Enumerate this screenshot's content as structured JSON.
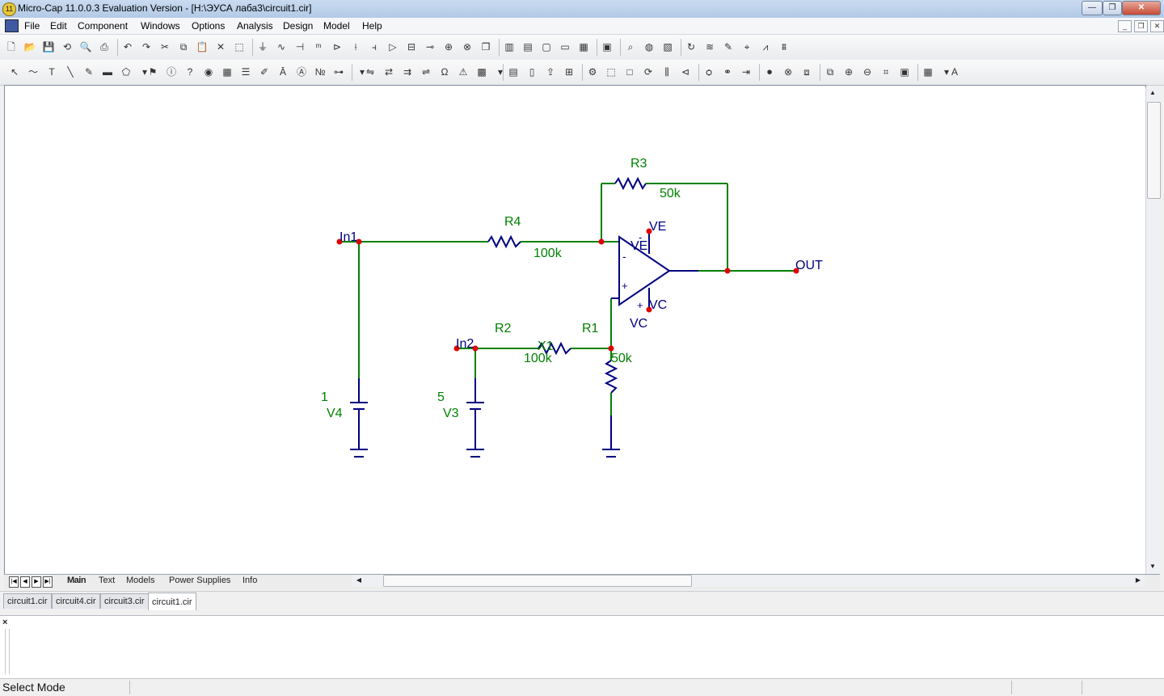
{
  "window": {
    "title": "Micro-Cap 11.0.0.3 Evaluation Version - [H:\\ЭУСА лаба3\\circuit1.cir]",
    "app_icon_text": "11",
    "controls": [
      "—",
      "❐",
      "✕"
    ]
  },
  "menu": {
    "items": [
      "File",
      "Edit",
      "Component",
      "Windows",
      "Options",
      "Analysis",
      "Design",
      "Model",
      "Help"
    ],
    "mdi_controls": [
      "_",
      "❐",
      "✕"
    ]
  },
  "toolbar1": {
    "icons": [
      "new-file-icon",
      "open-folder-icon",
      "save-icon",
      "revert-icon",
      "print-preview-icon",
      "print-icon",
      "undo-icon",
      "redo-icon",
      "cut-icon",
      "copy-icon",
      "paste-icon",
      "delete-icon",
      "select-all-icon",
      "ground-icon",
      "resistor-icon",
      "capacitor-icon",
      "inductor-icon",
      "diode-icon",
      "bjt-icon",
      "mosfet-icon",
      "opamp-icon",
      "battery-icon",
      "isource-icon",
      "vsource-icon",
      "transistor-icon",
      "cascade-icon",
      "tile-vertical-icon",
      "tile-horizontal-icon",
      "window-icon",
      "maximize-icon",
      "calculator-icon",
      "component-panel-icon",
      "find-icon",
      "globe-icon",
      "library-icon",
      "refresh-icon",
      "analysis-icon",
      "probe-icon",
      "cursor-icon",
      "plot-icon",
      "stepping-icon"
    ]
  },
  "toolbar2": {
    "icons": [
      "select-mode-icon",
      "wire-mode-icon",
      "text-mode-icon",
      "line-mode-icon",
      "pen-mode-icon",
      "bus-icon",
      "shape-icon",
      "dropdown-icon",
      "flag-icon",
      "info-icon",
      "help-icon",
      "scope-icon",
      "grid-text-icon",
      "table-icon",
      "edit-icon",
      "attribute-text-icon",
      "node-names-icon",
      "node-numbers-icon",
      "pin-icon",
      "dropdown-icon",
      "show-voltage-icon",
      "show-current-icon",
      "show-power-icon",
      "show-condition-icon",
      "ohm-icon",
      "warning-icon",
      "grid-icon",
      "dropdown-icon",
      "bom-icon",
      "page-icon",
      "export-icon",
      "fit-icon",
      "props-icon",
      "region-icon",
      "rect-icon",
      "rotate-icon",
      "mirror-icon",
      "flip-icon",
      "find-binoculars-icon",
      "find-all-icon",
      "goto-icon",
      "stop-icon",
      "cancel-icon",
      "front-icon",
      "back-icon",
      "zoom-in-icon",
      "zoom-out-icon",
      "zoom-fit-icon",
      "snapshot-icon",
      "layout-icon",
      "dropdown-icon",
      "font-icon"
    ]
  },
  "schematic": {
    "colors": {
      "wire": "#008000",
      "component": "#000080",
      "node": "#e00000",
      "label_green": "#008000",
      "label_blue": "#000080"
    },
    "labels": {
      "r3": "R3",
      "r3_val": "50k",
      "r4": "R4",
      "r4_val": "100k",
      "r2": "R2",
      "r2_val": "100k",
      "r1": "R1",
      "r1_val": "50k",
      "x1": "X1",
      "ve_top": "VE",
      "ve_inner": "VE",
      "vc_inner": "VC",
      "vc_below": "VC",
      "minus": "-",
      "plus": "+",
      "minus_pin": "-",
      "plus_pin": "+",
      "in1": "In1",
      "in2": "In2",
      "out": "OUT",
      "v4": "V4",
      "v4_val": "1",
      "v3": "V3",
      "v3_val": "5"
    }
  },
  "sheet_tabs": [
    "Main",
    "Text",
    "Models",
    "Power Supplies",
    "Info"
  ],
  "active_sheet_tab": "Main",
  "file_tabs": [
    "circuit1.cir",
    "circuit4.cir",
    "circuit3.cir",
    "circuit1.cir"
  ],
  "active_file_tab": 3,
  "output_panel": {
    "close": "×"
  },
  "status": {
    "mode": "Select Mode"
  }
}
